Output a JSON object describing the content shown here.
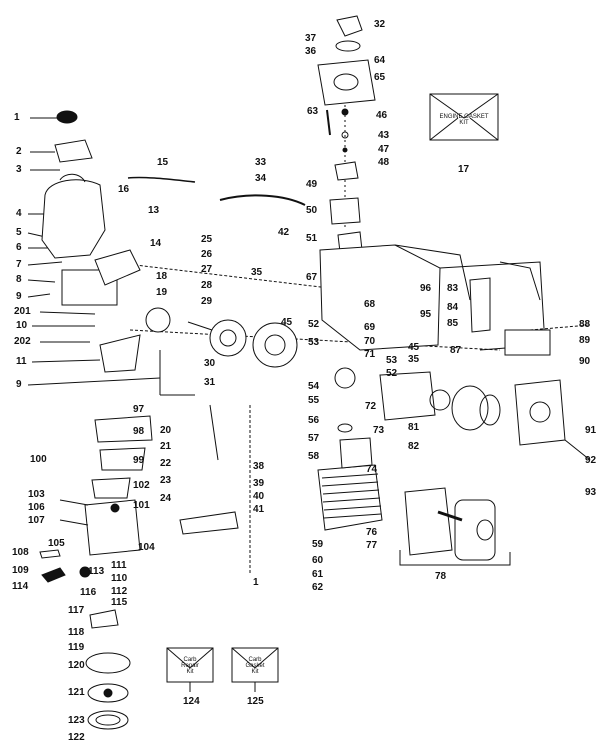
{
  "callouts": {
    "n1": "1",
    "n2": "2",
    "n3": "3",
    "n4": "4",
    "n5": "5",
    "n6": "6",
    "n7": "7",
    "n8": "8",
    "n9a": "9",
    "n9b": "9",
    "n10": "10",
    "n11": "11",
    "n13": "13",
    "n14": "14",
    "n15": "15",
    "n16": "16",
    "n17": "17",
    "n18": "18",
    "n19": "19",
    "n20": "20",
    "n21": "21",
    "n22": "22",
    "n23": "23",
    "n24": "24",
    "n25": "25",
    "n26": "26",
    "n27": "27",
    "n28": "28",
    "n29": "29",
    "n30": "30",
    "n31": "31",
    "n32": "32",
    "n33": "33",
    "n34": "34",
    "n35": "35",
    "n36": "36",
    "n37": "37",
    "n38": "38",
    "n39": "39",
    "n40": "40",
    "n41": "41",
    "n42": "42",
    "n43": "43",
    "n45a": "45",
    "n45b": "45",
    "n46": "46",
    "n47": "47",
    "n48": "48",
    "n49": "49",
    "n50": "50",
    "n51": "51",
    "n52a": "52",
    "n52b": "52",
    "n53a": "53",
    "n53b": "53",
    "n54": "54",
    "n55": "55",
    "n56": "56",
    "n57": "57",
    "n58": "58",
    "n59": "59",
    "n60": "60",
    "n61": "61",
    "n62": "62",
    "n63": "63",
    "n64": "64",
    "n65": "65",
    "n67": "67",
    "n68": "68",
    "n69": "69",
    "n70": "70",
    "n71": "71",
    "n72": "72",
    "n73": "73",
    "n74": "74",
    "n76": "76",
    "n77": "77",
    "n78": "78",
    "n81": "81",
    "n82": "82",
    "n83": "83",
    "n84": "84",
    "n85": "85",
    "n87": "87",
    "n88": "88",
    "n89": "89",
    "n90": "90",
    "n91": "91",
    "n92": "92",
    "n93": "93",
    "n95": "95",
    "n96": "96",
    "n97": "97",
    "n98": "98",
    "n99": "99",
    "n100": "100",
    "n101": "101",
    "n102": "102",
    "n103": "103",
    "n104": "104",
    "n105": "105",
    "n106": "106",
    "n107": "107",
    "n108": "108",
    "n109": "109",
    "n110": "110",
    "n111": "111",
    "n112": "112",
    "n113": "113",
    "n114": "114",
    "n115": "115",
    "n116": "116",
    "n117": "117",
    "n118": "118",
    "n119": "119",
    "n120": "120",
    "n121": "121",
    "n122": "122",
    "n123": "123",
    "n124": "124",
    "n125": "125",
    "n201": "201",
    "n202": "202",
    "n1b": "1"
  },
  "kits": {
    "engine_gasket": [
      "ENGINE GASKET",
      "KIT"
    ],
    "carb_repair": [
      "Carb",
      "Repair",
      "Kit"
    ],
    "carb_gasket": [
      "Carb",
      "Gasket",
      "Kit"
    ]
  },
  "colors": {
    "ink": "#111111",
    "paper": "#ffffff"
  }
}
